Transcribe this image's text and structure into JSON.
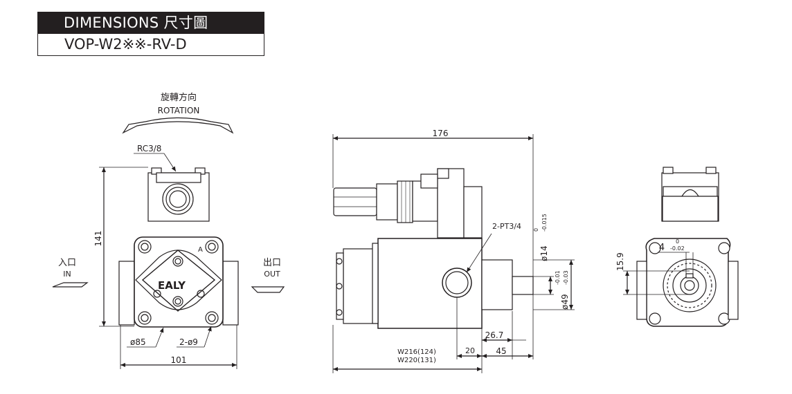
{
  "header": {
    "title": "DIMENSIONS 尺寸圖",
    "model": "VOP-W2※※-RV-D"
  },
  "front_view": {
    "rotation_cn": "旋轉方向",
    "rotation_en": "ROTATION",
    "port_top": "RC3/8",
    "label_a": "A",
    "in_cn": "入口",
    "in_en": "IN",
    "out_cn": "出口",
    "out_en": "OUT",
    "dim_height": "141",
    "dim_pcd": "ø85",
    "dim_holes": "2-ø9",
    "dim_width": "101",
    "brand": "EALY"
  },
  "side_view": {
    "dim_length": "176",
    "port_label": "2-PT3/4",
    "shaft_dia": "ø14",
    "shaft_tol_upper": "0",
    "shaft_tol_lower": "-0.015",
    "pilot_dia": "ø49",
    "pilot_tol_upper": "-0.01",
    "pilot_tol_lower": "-0.03",
    "dim_26_7": "26.7",
    "dim_20": "20",
    "dim_45": "45",
    "w216": "W216(124)",
    "w220": "W220(131)"
  },
  "end_view": {
    "key_width": "4",
    "key_tol_upper": "0",
    "key_tol_lower": "-0.02",
    "key_height": "15.9"
  }
}
